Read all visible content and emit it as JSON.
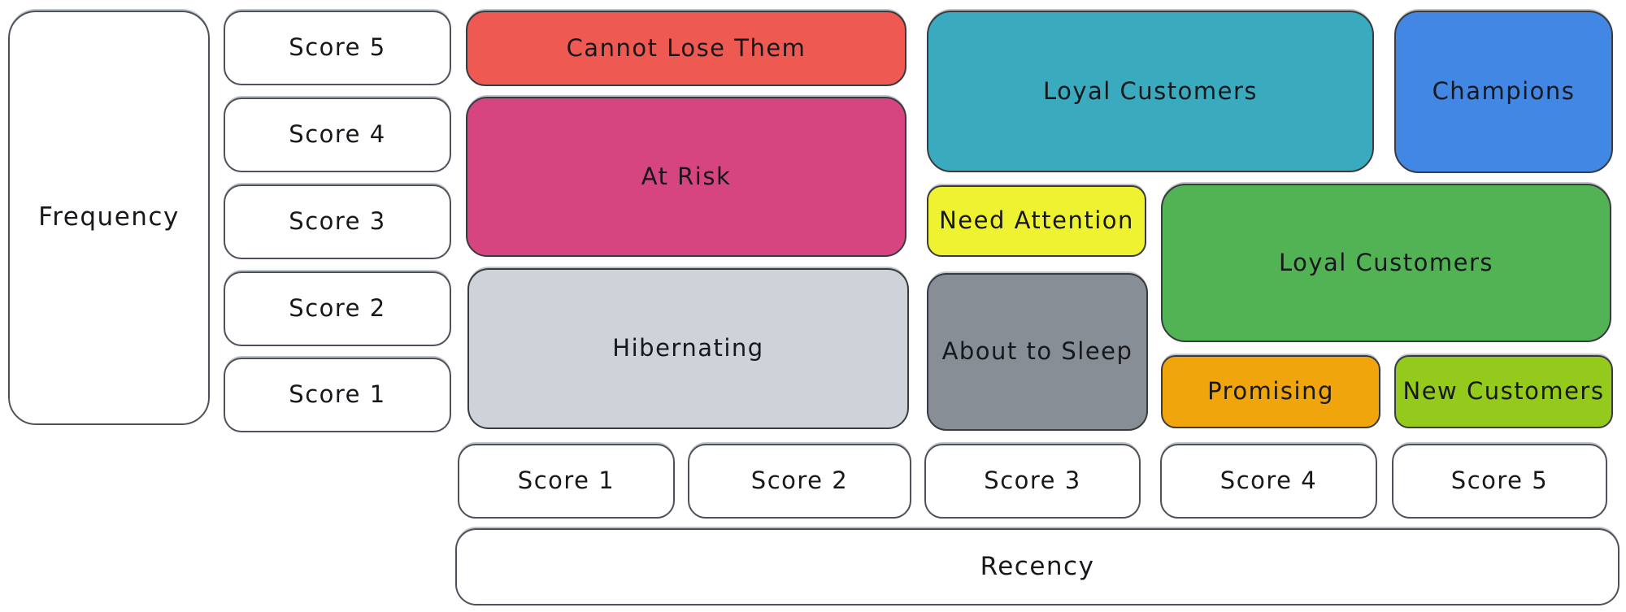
{
  "axes": {
    "frequency_label": "Frequency",
    "recency_label": "Recency",
    "frequency_scores": [
      "Score 5",
      "Score 4",
      "Score 3",
      "Score 2",
      "Score 1"
    ],
    "recency_scores": [
      "Score 1",
      "Score 2",
      "Score 3",
      "Score 4",
      "Score 5"
    ]
  },
  "segments": [
    {
      "label": "Cannot Lose Them",
      "color": "#ee5a52",
      "recency": "1-2",
      "frequency": "5"
    },
    {
      "label": "At Risk",
      "color": "#d6457f",
      "recency": "1-2",
      "frequency": "3-4"
    },
    {
      "label": "Hibernating",
      "color": "#ced3d9",
      "recency": "1-2",
      "frequency": "1-2"
    },
    {
      "label": "Loyal Customers",
      "color": "#3aaabf",
      "recency": "3-4",
      "frequency": "4-5"
    },
    {
      "label": "Need Attention",
      "color": "#eef230",
      "recency": "3",
      "frequency": "3"
    },
    {
      "label": "About to Sleep",
      "color": "#888e96",
      "recency": "3",
      "frequency": "1-2"
    },
    {
      "label": "Champions",
      "color": "#4187e3",
      "recency": "5",
      "frequency": "4-5"
    },
    {
      "label": "Loyal Customers",
      "color": "#52b355",
      "recency": "4-5",
      "frequency": "2-3"
    },
    {
      "label": "Promising",
      "color": "#f0a50c",
      "recency": "4",
      "frequency": "1"
    },
    {
      "label": "New Customers",
      "color": "#93ca1c",
      "recency": "5",
      "frequency": "1"
    }
  ]
}
